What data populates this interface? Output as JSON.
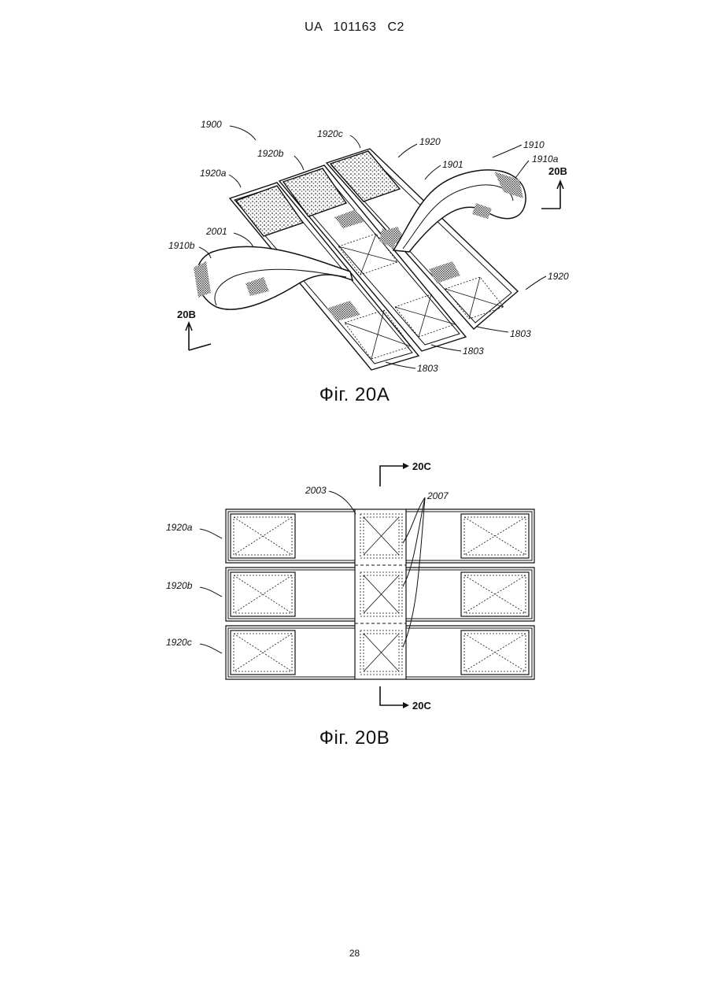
{
  "header": {
    "doc_code": "UA 101163 C2"
  },
  "figure_a": {
    "caption": "Фіг. 20A",
    "labels": {
      "l1900": "1900",
      "l1920c_top": "1920c",
      "l1920_top": "1920",
      "l1910": "1910",
      "l1920b": "1920b",
      "l1901": "1901",
      "l1910a": "1910a",
      "l1920a": "1920a",
      "l2001": "2001",
      "l1910b": "1910b",
      "l1920_right": "1920",
      "l1803_a": "1803",
      "l1803_b": "1803",
      "l1803_c": "1803"
    },
    "section_marks": {
      "right": "20B",
      "left": "20B"
    }
  },
  "figure_b": {
    "caption": "Фіг. 20B",
    "labels": {
      "l2003": "2003",
      "l2007": "2007",
      "l1920a": "1920a",
      "l1920b": "1920b",
      "l1920c": "1920c"
    },
    "section_marks": {
      "top": "20C",
      "bottom": "20C"
    }
  },
  "page": {
    "number": "28"
  }
}
